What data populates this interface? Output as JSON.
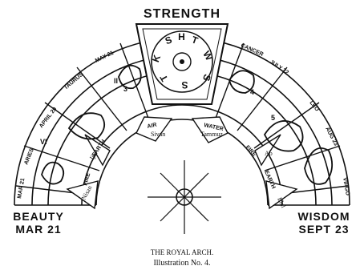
{
  "top_label": "STRENGTH",
  "left_label": {
    "line1": "BEAUTY",
    "line2": "MAR 21"
  },
  "right_label": {
    "line1": "WISDOM",
    "line2": "SEPT 23"
  },
  "caption": {
    "line1": "THE ROYAL ARCH.",
    "line2": "Illustration No. 4."
  },
  "keystone_letters": [
    "S",
    "H",
    "T",
    "W",
    "S",
    "S",
    "T",
    "K"
  ],
  "outer_signs": [
    "MAR 21",
    "ARIES",
    "APRIL 20",
    "TAURUS",
    "MAY 21",
    "CANCER",
    "JULY 22",
    "LEO",
    "AUG 23",
    "VIRGO"
  ],
  "elements": [
    "FIRE",
    "EARTH",
    "AIR",
    "WATER",
    "FIRE",
    "EARTH"
  ],
  "months": [
    "Nisan",
    "Ijar",
    "Sivan",
    "Tammuz",
    "Ab",
    "Elul"
  ],
  "numerals": [
    "VI",
    "II",
    "3",
    "4",
    "5"
  ]
}
